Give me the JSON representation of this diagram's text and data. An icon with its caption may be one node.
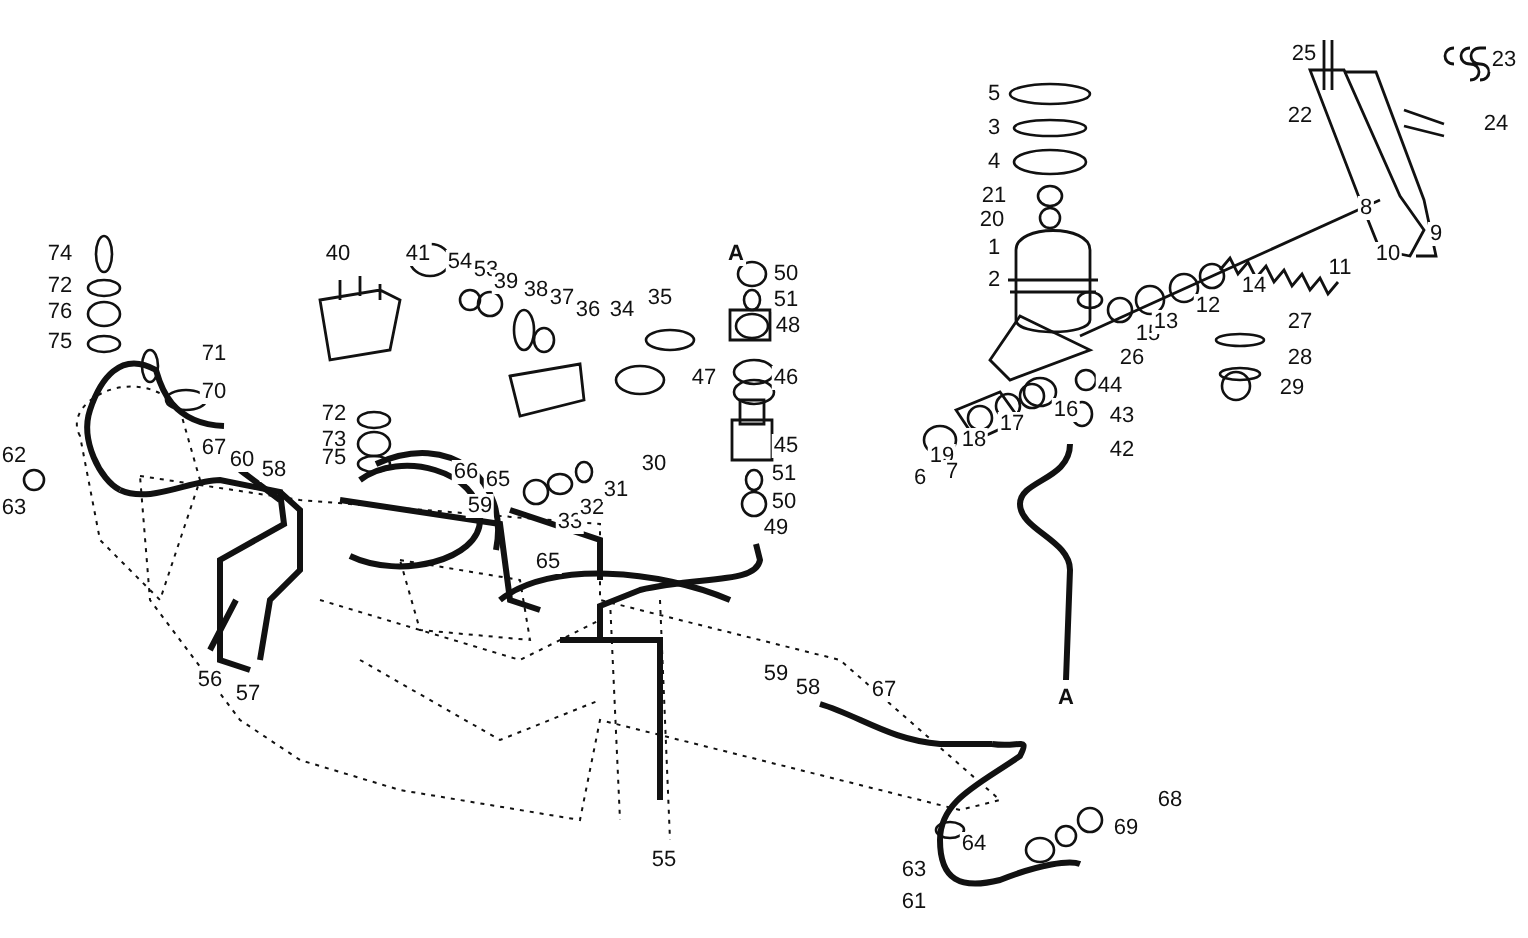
{
  "diagram": {
    "labels": [
      "5",
      "3",
      "4",
      "21",
      "20",
      "1",
      "2",
      "25",
      "23",
      "22",
      "24",
      "8",
      "9",
      "11",
      "10",
      "15",
      "13",
      "12",
      "14",
      "26",
      "44",
      "27",
      "28",
      "29",
      "6",
      "19",
      "7",
      "18",
      "17",
      "16",
      "43",
      "42",
      "74",
      "72",
      "76",
      "75",
      "62",
      "63",
      "71",
      "70",
      "67",
      "60",
      "58",
      "56",
      "57",
      "40",
      "41",
      "54",
      "53",
      "39",
      "38",
      "37",
      "36",
      "34",
      "35",
      "72",
      "73",
      "75",
      "66",
      "65",
      "59",
      "30",
      "33",
      "32",
      "31",
      "65",
      "A",
      "50",
      "51",
      "48",
      "47",
      "46",
      "45",
      "51",
      "50",
      "49",
      "59",
      "58",
      "67",
      "A",
      "55",
      "63",
      "64",
      "69",
      "68",
      "61"
    ]
  }
}
